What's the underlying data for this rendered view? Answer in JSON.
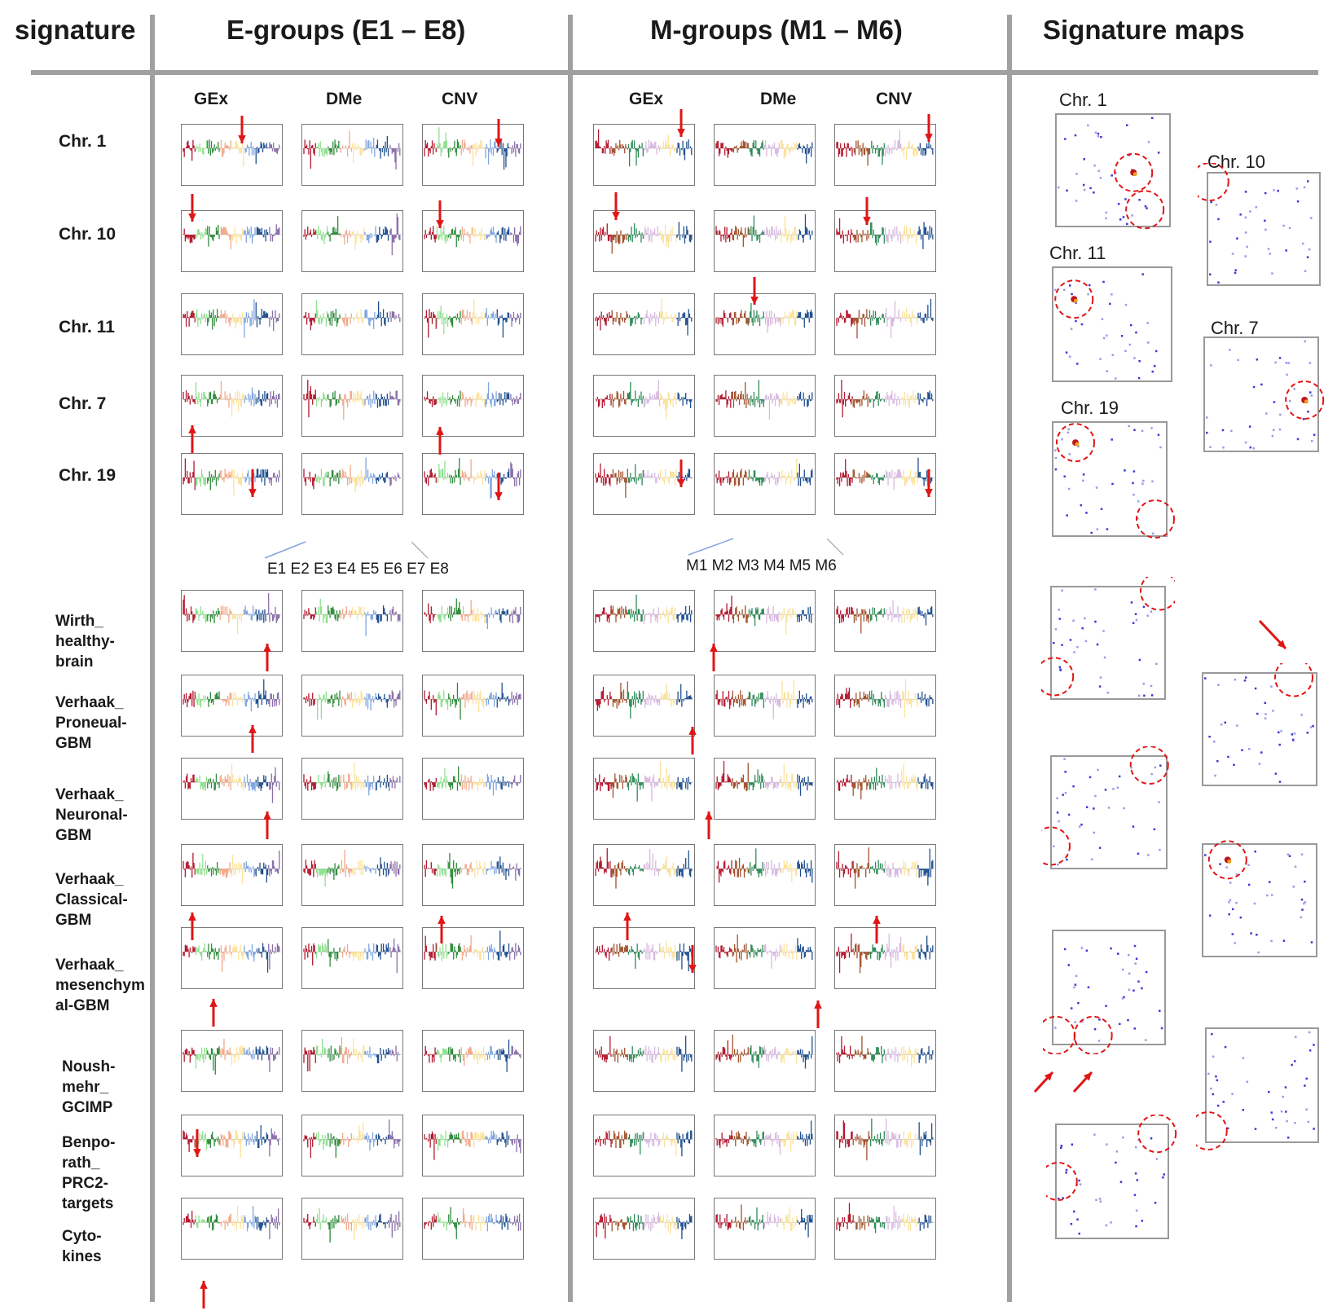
{
  "headers": {
    "signature": "signature",
    "e_groups": "E-groups (E1 – E8)",
    "m_groups": "M-groups (M1 – M6)",
    "signature_maps": "Signature maps"
  },
  "sub_headers": {
    "e": [
      "GEx",
      "DMe",
      "CNV"
    ],
    "m": [
      "GEx",
      "DMe",
      "CNV"
    ]
  },
  "chromosome_rows": [
    "Chr. 1",
    "Chr. 10",
    "Chr. 11",
    "Chr. 7",
    "Chr. 19"
  ],
  "signature_rows": [
    "Wirth_\nhealthy-\nbrain",
    "Verhaak_\nProneual-\nGBM",
    "Verhaak_\nNeuronal-\nGBM",
    "Verhaak_\nClassical-\nGBM",
    "Verhaak_\nmesenchym\nal-GBM",
    "Noush-\nmehr_\nGCIMP",
    "Benpo-\nrath_\nPRC2-\ntargets",
    "Cyto-\nkines"
  ],
  "e_legend": "E1 E2 E3 E4 E5 E6 E7 E8",
  "m_legend": "M1 M2 M3 M4 M5 M6",
  "map_labels": [
    "Chr. 1",
    "Chr. 10",
    "Chr. 11",
    "Chr. 7",
    "Chr. 19"
  ],
  "colors": {
    "e_groups": [
      "#b3182e",
      "#8fe08f",
      "#2e8b3a",
      "#f2a98a",
      "#fbe29b",
      "#7fa5e0",
      "#1f4f8f",
      "#8a6fa8"
    ],
    "m_groups": [
      "#b3182e",
      "#a0522d",
      "#2e8b57",
      "#d8b9e0",
      "#fbe29b",
      "#1f4f8f"
    ],
    "arrow": "#e01515",
    "grid": "#a0a0a0"
  }
}
